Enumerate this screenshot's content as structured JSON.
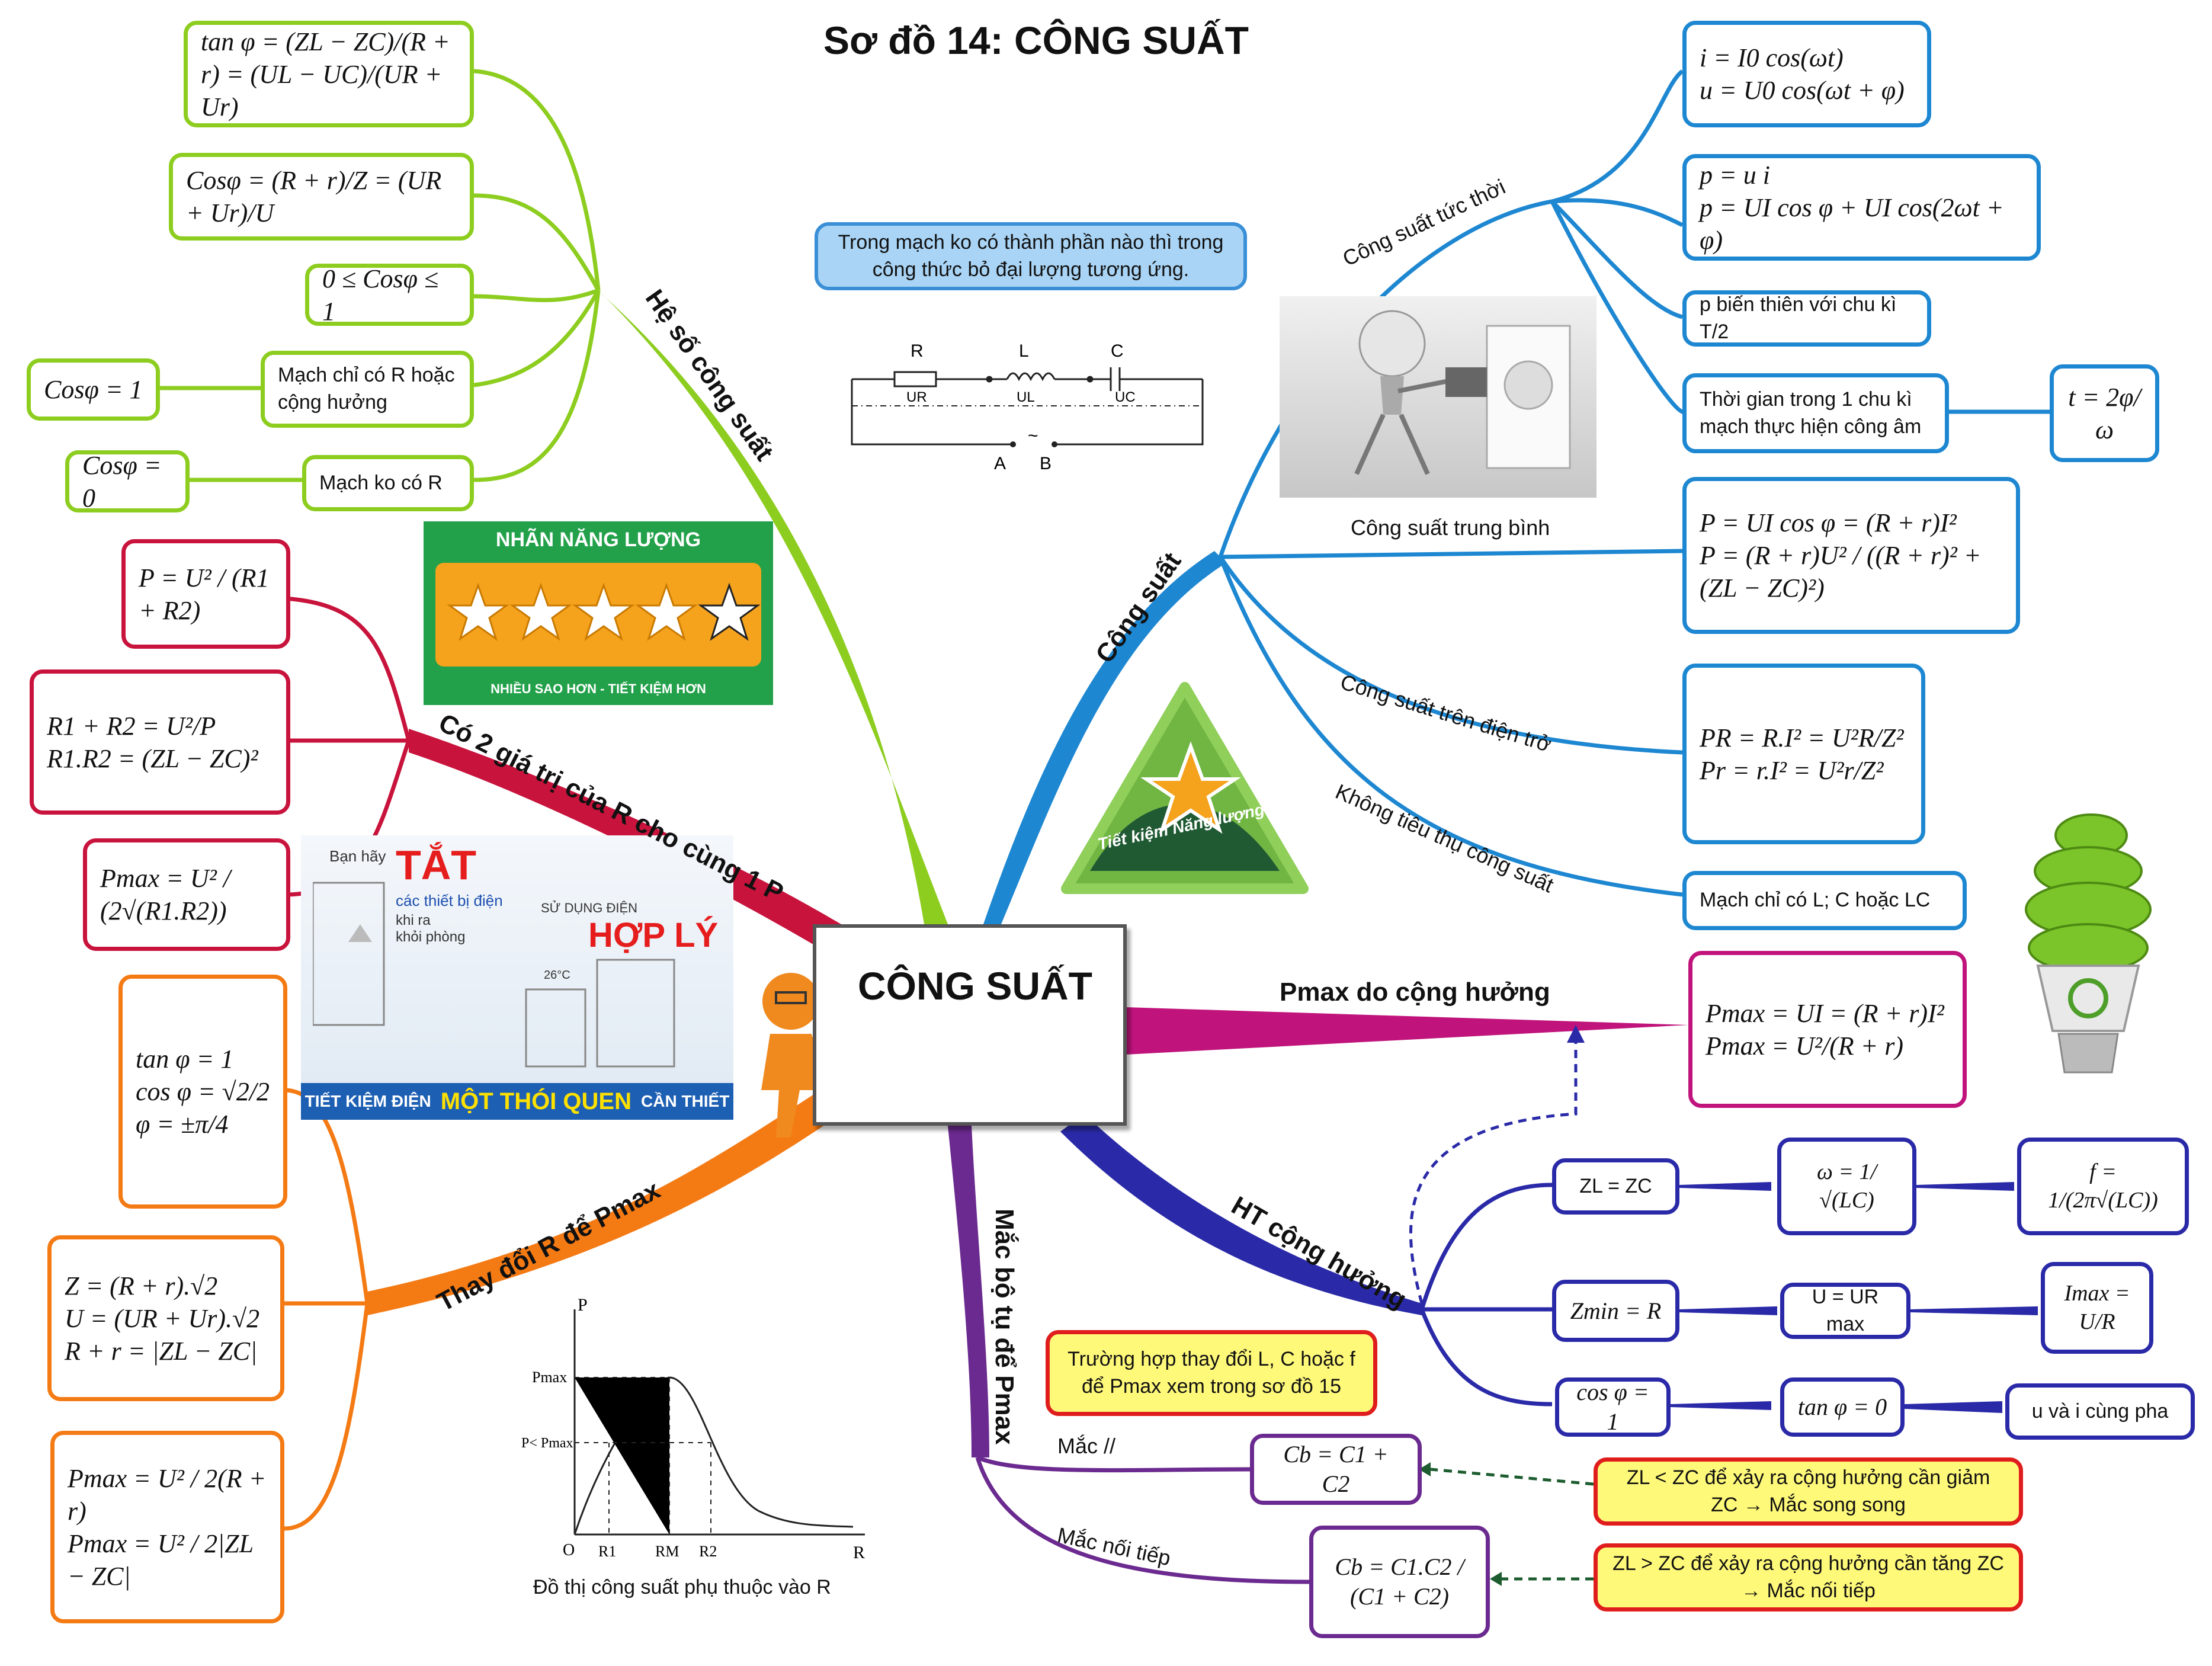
{
  "title": "Sơ đồ 14: CÔNG SUẤT",
  "center": "CÔNG SUẤT",
  "note": "Trong mạch ko có thành phần nào thì trong công thức bỏ đại lượng tương ứng.",
  "colors": {
    "heso": "#8dcd1f",
    "haigiatri": "#c8133c",
    "thaydoi": "#f47a14",
    "congsuat": "#1e87d1",
    "pmax": "#c0147c",
    "cuonghuong": "#2a2aa8",
    "tudien": "#6b2a8f"
  },
  "branches": {
    "he_so": {
      "label": "Hệ số công suất",
      "items": [
        "tan φ = (ZL − ZC)/(R + r) = (UL − UC)/(UR + Ur)",
        "Cosφ = (R + r)/Z = (UR + Ur)/U",
        "0 ≤ Cosφ ≤ 1",
        "Mạch chỉ có R hoặc cộng hưởng",
        "Cosφ = 1",
        "Mạch ko có R",
        "Cosφ = 0"
      ]
    },
    "hai_gia_tri": {
      "label": "Có 2 giá trị của R cho cùng 1 P",
      "items": [
        "P = U² / (R1 + R2)",
        "R1 + R2 = U²/P\nR1.R2 = (ZL − ZC)²",
        "Pmax = U² / (2√(R1.R2))"
      ]
    },
    "thay_doi_r": {
      "label": "Thay đổi R để Pmax",
      "items": [
        "tan φ = 1\ncos φ = √2/2\nφ = ±π/4",
        "Z = (R + r).√2\nU = (UR + Ur).√2\nR + r = |ZL − ZC|",
        "Pmax = U² / 2(R + r)\nPmax = U² / 2|ZL − ZC|"
      ]
    },
    "cong_suat": {
      "label": "Công suất",
      "tuc_thoi": "Công suất tức thời",
      "trung_binh": "Công suất trung bình",
      "tren_dien_tro": "Công suất trên điện trở",
      "khong_tieu_thu": "Không tiêu thụ công suất",
      "items": [
        "i = I0 cos(ωt)\nu = U0 cos(ωt + φ)",
        "p = u i\np = UI cos φ + UI cos(2ωt + φ)",
        "p biến thiên với chu kì T/2",
        "Thời gian trong 1 chu kì mạch thực hiện công âm",
        "t = 2φ/ω",
        "P = UI cos φ = (R + r)I²\nP = (R + r)U² / ((R + r)² + (ZL − ZC)²)",
        "PR = R.I² = U²R/Z²\nPr = r.I² = U²r/Z²",
        "Mạch chỉ có L; C hoặc LC"
      ]
    },
    "pmax": {
      "label": "Pmax do cộng hưởng",
      "items": [
        "Pmax = UI = (R + r)I²\nPmax = U²/(R + r)"
      ]
    },
    "ht_cong_huong": {
      "label": "HT cộng hưởng",
      "rows": [
        [
          "ZL = ZC",
          "ω = 1/√(LC)",
          "f = 1/(2π√(LC))"
        ],
        [
          "Zmin = R",
          "U = UR max",
          "Imax = U/R"
        ],
        [
          "cos φ = 1",
          "tan φ = 0",
          "u và i cùng pha"
        ]
      ]
    },
    "mac_bo_tu": {
      "label": "Mắc bộ tụ để Pmax",
      "song_song": "Mắc //",
      "noi_tiep": "Mắc nối tiếp",
      "note": "Trường hợp thay đổi L, C hoặc f để Pmax xem trong sơ đồ 15",
      "items": [
        "Cb = C1 + C2",
        "Cb = C1.C2 / (C1 + C2)",
        "ZL < ZC để xảy ra cộng hưởng cần giảm ZC → Mắc song song",
        "ZL > ZC để xảy ra cộng hưởng cần tăng ZC → Mắc nối tiếp"
      ]
    }
  },
  "circuit": {
    "labels": [
      "R",
      "L",
      "C",
      "UR",
      "UL",
      "UC",
      "A",
      "B"
    ]
  },
  "badges": {
    "energy_label": "NHÃN NĂNG LƯỢNG",
    "energy_stars": [
      "1",
      "2",
      "3",
      "4",
      "5"
    ],
    "energy_foot": "NHIỀU SAO HƠN - TIẾT KIỆM HƠN",
    "saving": "Tiết kiệm Năng lượng"
  },
  "poster": {
    "ban_hay": "Bạn hãy",
    "tat": "TẮT",
    "thiet_bi": "các thiết bị điện",
    "khi_ra": "khi ra\nkhỏi phòng",
    "su_dung": "SỬ DỤNG ĐIỆN",
    "hop_ly": "HỢP LÝ",
    "temp": "26°C",
    "banner_a": "TIẾT KIỆM ĐIỆN",
    "banner_b": "MỘT THÓI QUEN",
    "banner_c": "CẦN THIẾT"
  },
  "graph": {
    "caption": "Đồ thị công suất phụ thuộc vào R",
    "ylabel": "P",
    "xlabel": "R",
    "origin": "O",
    "yticks": [
      "Pmax",
      "P< Pmax"
    ],
    "xticks": [
      "R1",
      "RM",
      "R2"
    ]
  }
}
